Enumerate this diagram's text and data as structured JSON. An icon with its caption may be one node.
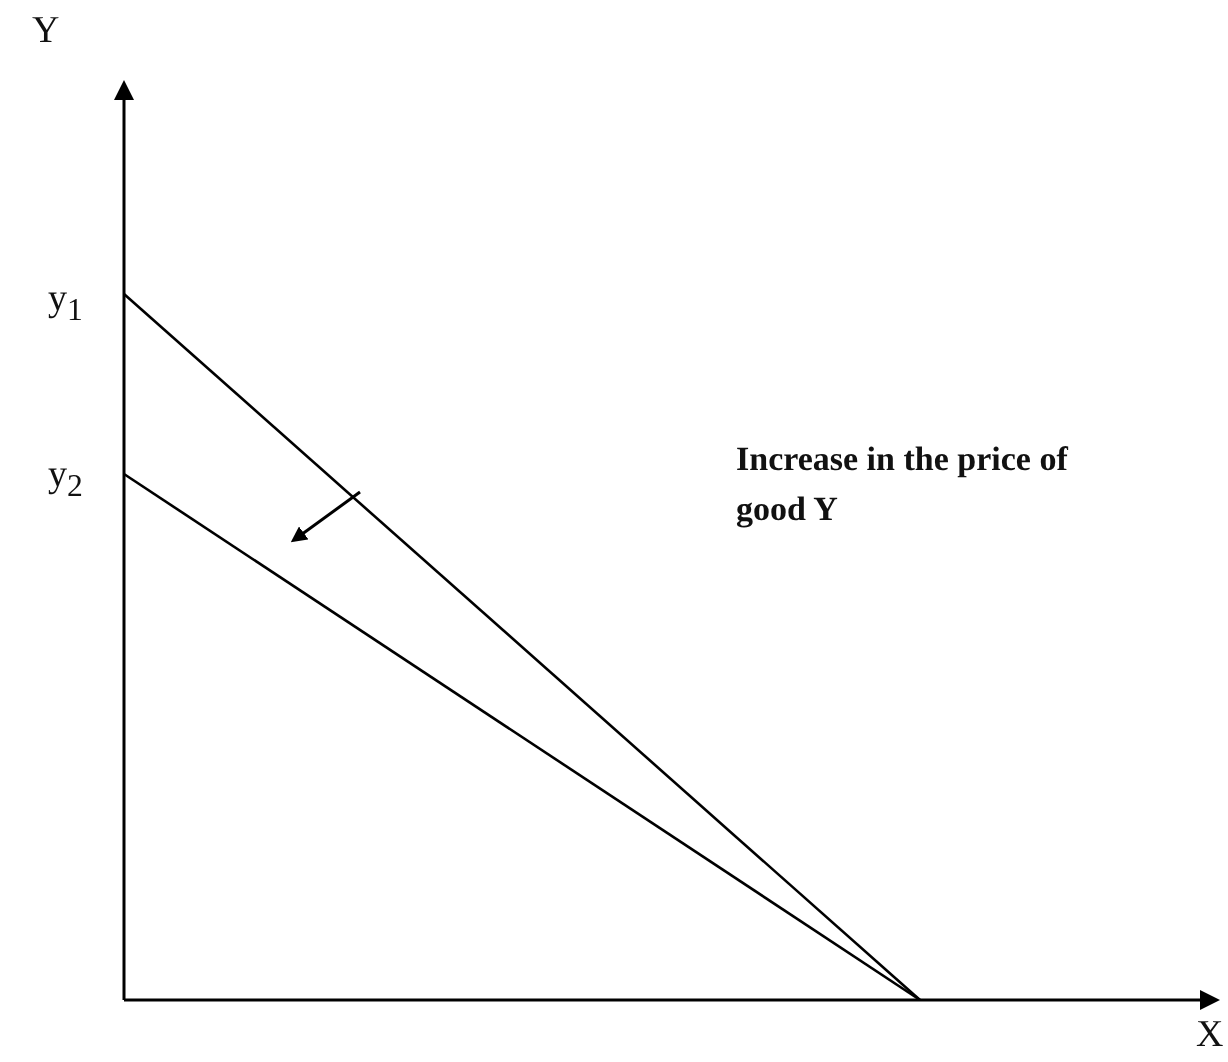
{
  "diagram": {
    "labels": [
      "Y",
      "y$_{1}$",
      "y$_{2}$",
      "Increase in the price of good Y",
      "X"
    ]
  }
}
